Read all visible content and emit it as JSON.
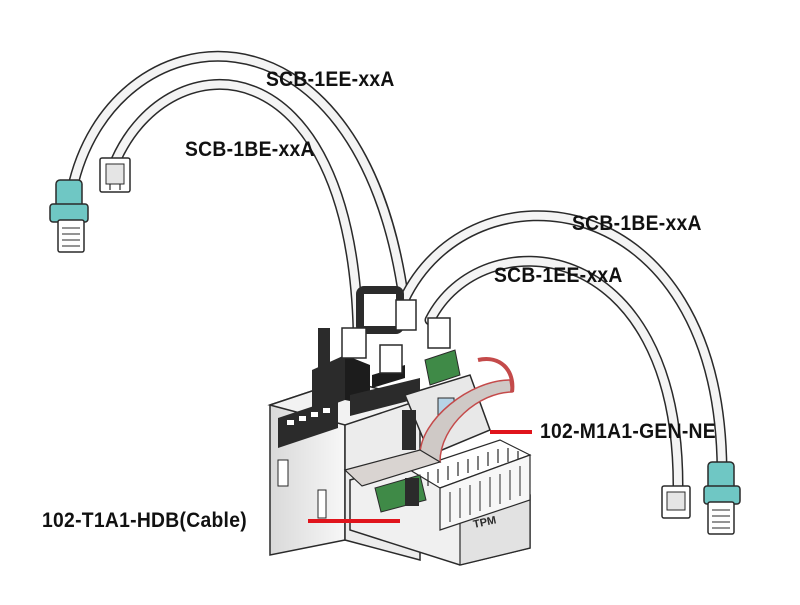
{
  "labels": {
    "cable_top_ee": "SCB-1EE-xxA",
    "cable_top_be": "SCB-1BE-xxA",
    "cable_right_be": "SCB-1BE-xxA",
    "cable_right_ee": "SCB-1EE-xxA",
    "module": "102-M1A1-GEN-NE",
    "terminal_cable": "102-T1A1-HDB(Cable)",
    "base_stamp": "TPM"
  },
  "colors": {
    "outline": "#2a2a2a",
    "cable_fill": "#f4f4f4",
    "rj45_accent": "#6fc7c4",
    "leader_line": "#e0141c",
    "dark_connector": "#2b2b2b",
    "ribbon": "#cfc9c6",
    "ribbon_edge": "#c44a4a",
    "pcb_green": "#3f8a47"
  },
  "icons": [
    "rj45-connector-icon",
    "mini-connector-icon"
  ]
}
